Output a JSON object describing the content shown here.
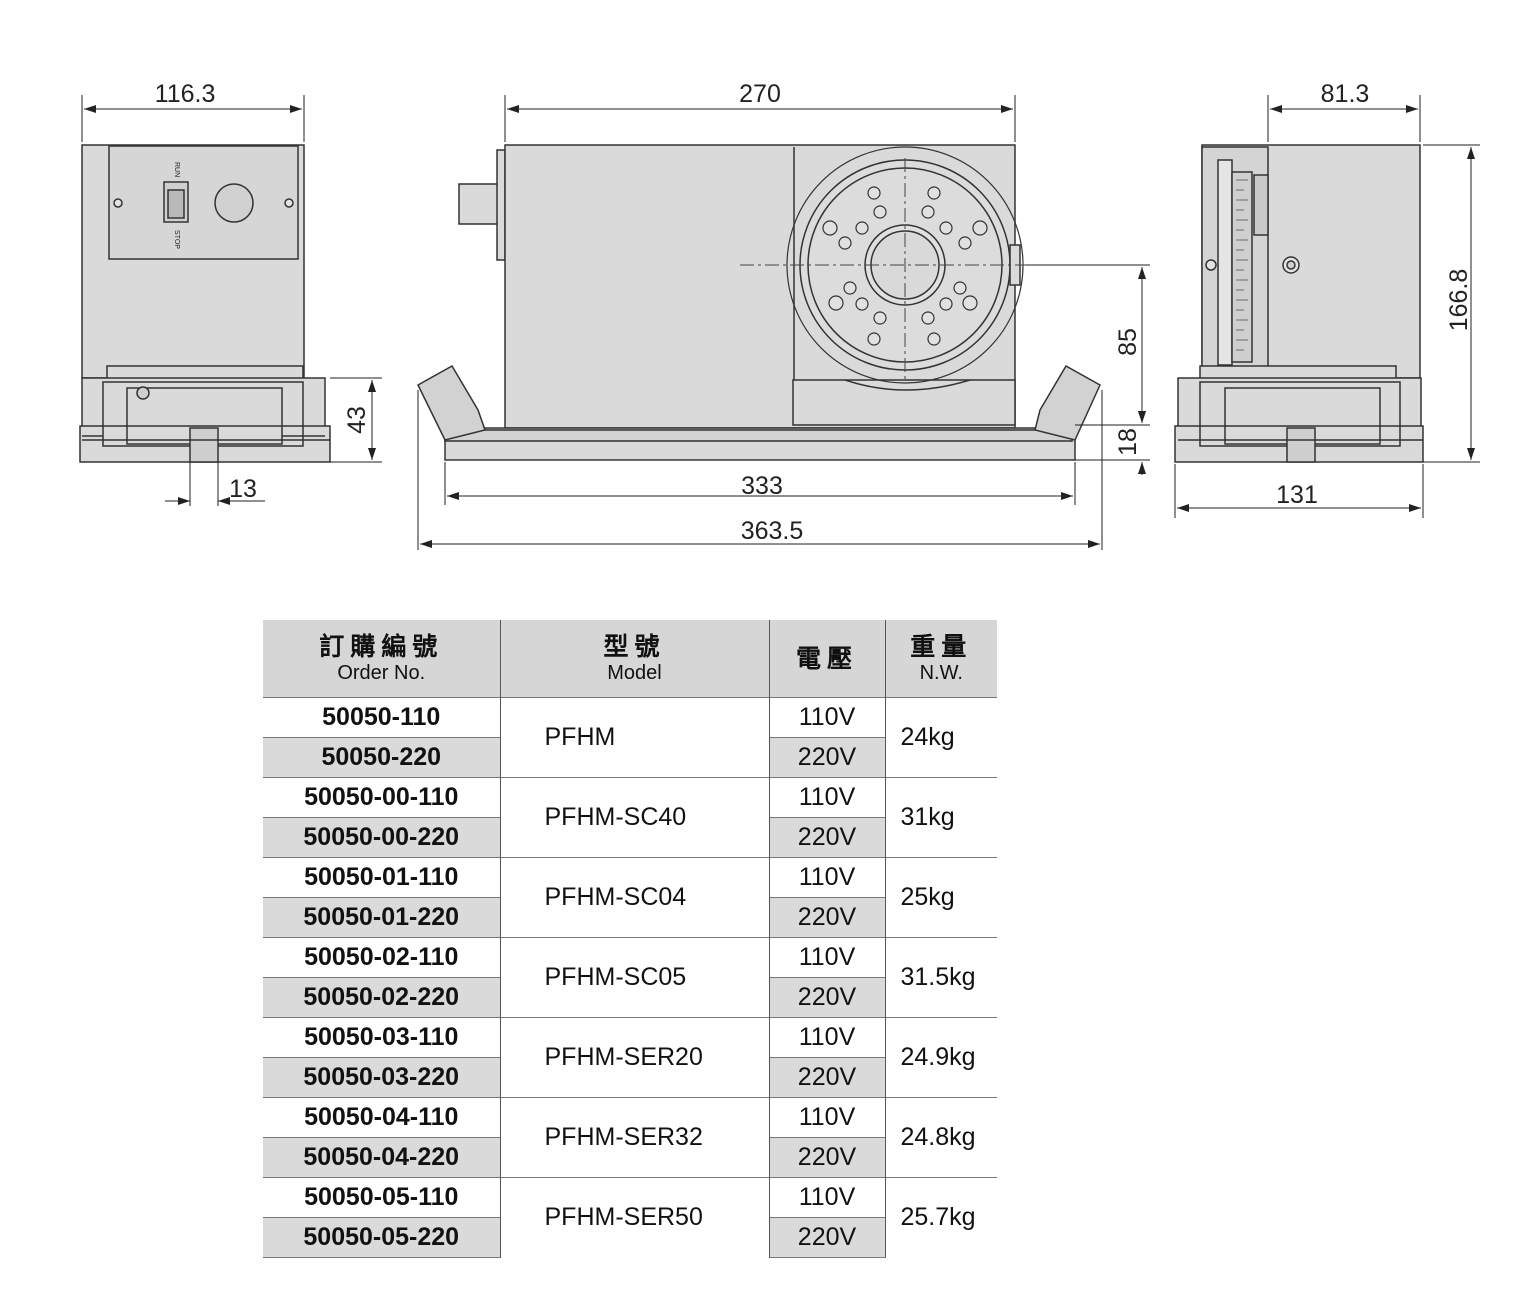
{
  "drawing": {
    "dimensions": {
      "front_width": "116.3",
      "front_base_height": "43",
      "front_slot_width": "13",
      "side_top_width": "270",
      "side_center_height": "85",
      "side_base_height": "18",
      "side_base_length": "333",
      "side_overall_length": "363.5",
      "right_top_width": "81.3",
      "right_height": "166.8",
      "right_base_width": "131"
    },
    "switch_labels": {
      "run": "RUN",
      "stop": "STOP"
    }
  },
  "table": {
    "headers": [
      {
        "cjk": "訂購編號",
        "en": "Order No."
      },
      {
        "cjk": "型號",
        "en": "Model"
      },
      {
        "cjk": "電壓",
        "en": ""
      },
      {
        "cjk": "重量",
        "en": "N.W."
      }
    ],
    "groups": [
      {
        "orders": [
          "50050-110",
          "50050-220"
        ],
        "model": "PFHM",
        "voltages": [
          "110V",
          "220V"
        ],
        "weight": "24kg"
      },
      {
        "orders": [
          "50050-00-110",
          "50050-00-220"
        ],
        "model": "PFHM-SC40",
        "voltages": [
          "110V",
          "220V"
        ],
        "weight": "31kg"
      },
      {
        "orders": [
          "50050-01-110",
          "50050-01-220"
        ],
        "model": "PFHM-SC04",
        "voltages": [
          "110V",
          "220V"
        ],
        "weight": "25kg"
      },
      {
        "orders": [
          "50050-02-110",
          "50050-02-220"
        ],
        "model": "PFHM-SC05",
        "voltages": [
          "110V",
          "220V"
        ],
        "weight": "31.5kg"
      },
      {
        "orders": [
          "50050-03-110",
          "50050-03-220"
        ],
        "model": "PFHM-SER20",
        "voltages": [
          "110V",
          "220V"
        ],
        "weight": "24.9kg"
      },
      {
        "orders": [
          "50050-04-110",
          "50050-04-220"
        ],
        "model": "PFHM-SER32",
        "voltages": [
          "110V",
          "220V"
        ],
        "weight": "24.8kg"
      },
      {
        "orders": [
          "50050-05-110",
          "50050-05-220"
        ],
        "model": "PFHM-SER50",
        "voltages": [
          "110V",
          "220V"
        ],
        "weight": "25.7kg"
      }
    ]
  }
}
